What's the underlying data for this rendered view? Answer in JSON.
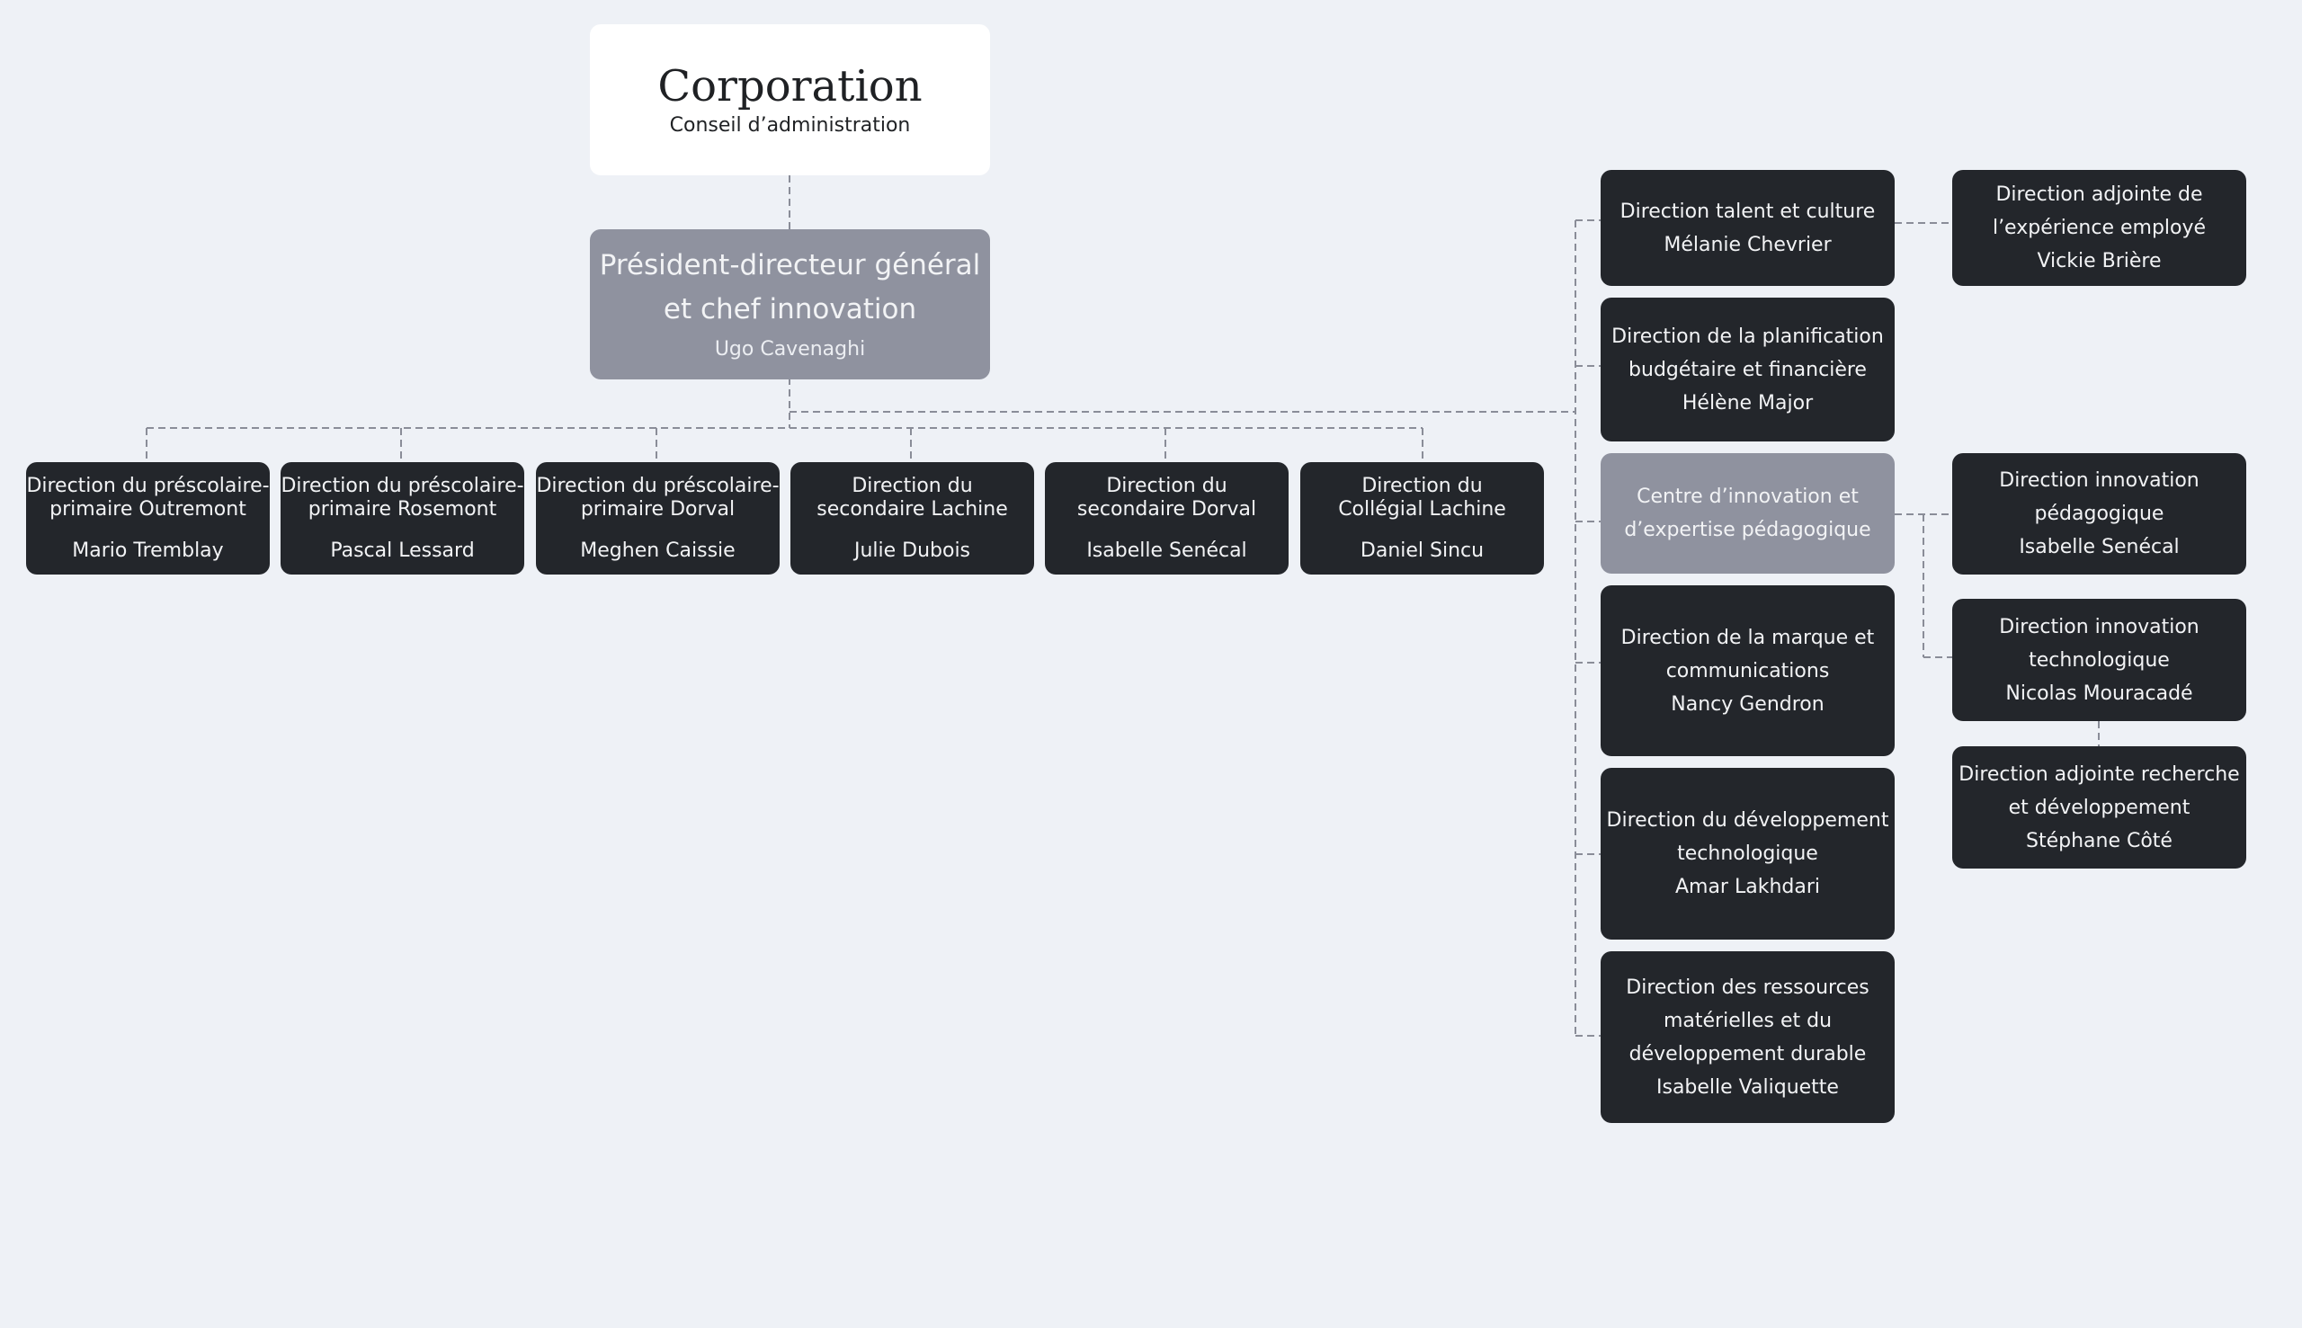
{
  "corporation": {
    "title": "Corporation",
    "subtitle": "Conseil d’administration"
  },
  "ceo": {
    "title": "Président-directeur général\net chef innovation",
    "name": "Ugo Cavenaghi"
  },
  "bottom_row": [
    {
      "title": "Direction du préscolaire-\nprimaire Outremont",
      "name": "Mario Tremblay"
    },
    {
      "title": "Direction du préscolaire-\nprimaire Rosemont",
      "name": "Pascal Lessard"
    },
    {
      "title": "Direction du préscolaire-\nprimaire Dorval",
      "name": "Meghen Caissie"
    },
    {
      "title": "Direction du\nsecondaire Lachine",
      "name": "Julie Dubois"
    },
    {
      "title": "Direction du\nsecondaire Dorval",
      "name": "Isabelle Senécal"
    },
    {
      "title": "Direction du\nCollégial Lachine",
      "name": "Daniel Sincu"
    }
  ],
  "right_column": [
    {
      "lines": "Direction talent et culture\nMélanie Chevrier"
    },
    {
      "lines": "Direction de la planification\nbudgétaire et financière\nHélène Major"
    },
    {
      "lines": "Centre d’innovation et\nd’expertise pédagogique"
    },
    {
      "lines": "Direction de la marque et\ncommunications\nNancy Gendron"
    },
    {
      "lines": "Direction du développement\ntechnologique\nAmar Lakhdari"
    },
    {
      "lines": "Direction des ressources\nmatérielles et du\ndéveloppement durable\nIsabelle Valiquette"
    }
  ],
  "far_right": [
    {
      "lines": "Direction adjointe de\nl’expérience employé\nVickie Brière"
    },
    {
      "lines": "Direction innovation\npédagogique\nIsabelle Senécal"
    },
    {
      "lines": "Direction innovation\ntechnologique\nNicolas Mouracadé"
    },
    {
      "lines": "Direction adjointe recherche\net développement\nStéphane Côté"
    }
  ],
  "colors": {
    "background": "#eef1f6",
    "node_dark": "#23262b",
    "node_accent": "#8f929f",
    "connector": "#8a8d98"
  }
}
